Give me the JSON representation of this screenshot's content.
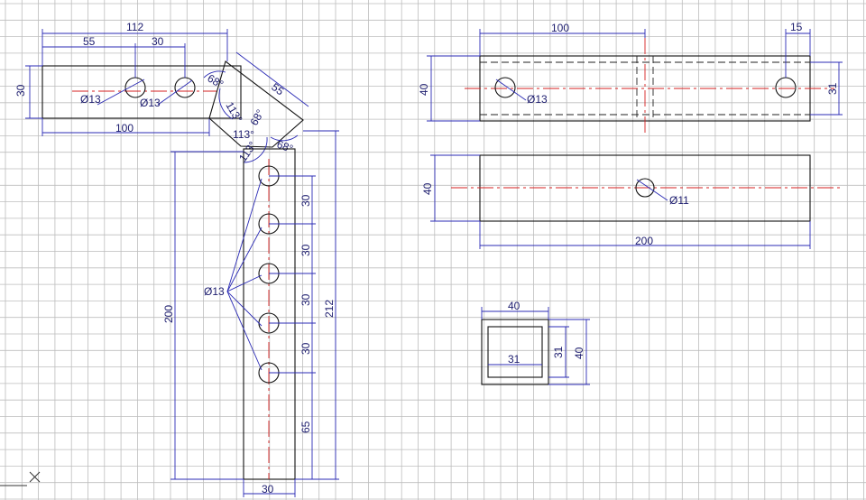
{
  "colors": {
    "grid": "#bdbdbd",
    "dimension": "#2b2bb5",
    "outline": "#111111",
    "centerline": "#d42020",
    "text": "#1c1c6e",
    "background": "#ffffff"
  },
  "icons": {
    "ucs_origin": "ucs-origin-icon"
  },
  "top_left_part": {
    "dim_overall": "112",
    "dim_first_hole": "55",
    "dim_hole_spacing": "30",
    "dim_height": "30",
    "dim_bottom": "100",
    "hole_1": "Ø13",
    "hole_2": "Ø13"
  },
  "corner": {
    "angle_a": "68°",
    "angle_b": "113°",
    "angle_c": "68°",
    "angle_d": "113°",
    "angle_e": "68°",
    "angle_f": "113°",
    "dim_leg": "55"
  },
  "vertical_part": {
    "holes_label": "Ø13",
    "spacing_1": "30",
    "spacing_2": "30",
    "spacing_3": "30",
    "spacing_4": "30",
    "bottom_offset": "65",
    "total_height": "212",
    "inner_height": "200",
    "width": "30"
  },
  "top_view": {
    "dim_100": "100",
    "dim_15": "15",
    "dim_40": "40",
    "dim_31": "31",
    "hole": "Ø13"
  },
  "side_view": {
    "dim_40": "40",
    "dim_200": "200",
    "hole": "Ø11"
  },
  "section_view": {
    "outer_width": "40",
    "inner_width": "31",
    "inner_height": "31",
    "outer_height": "40"
  }
}
